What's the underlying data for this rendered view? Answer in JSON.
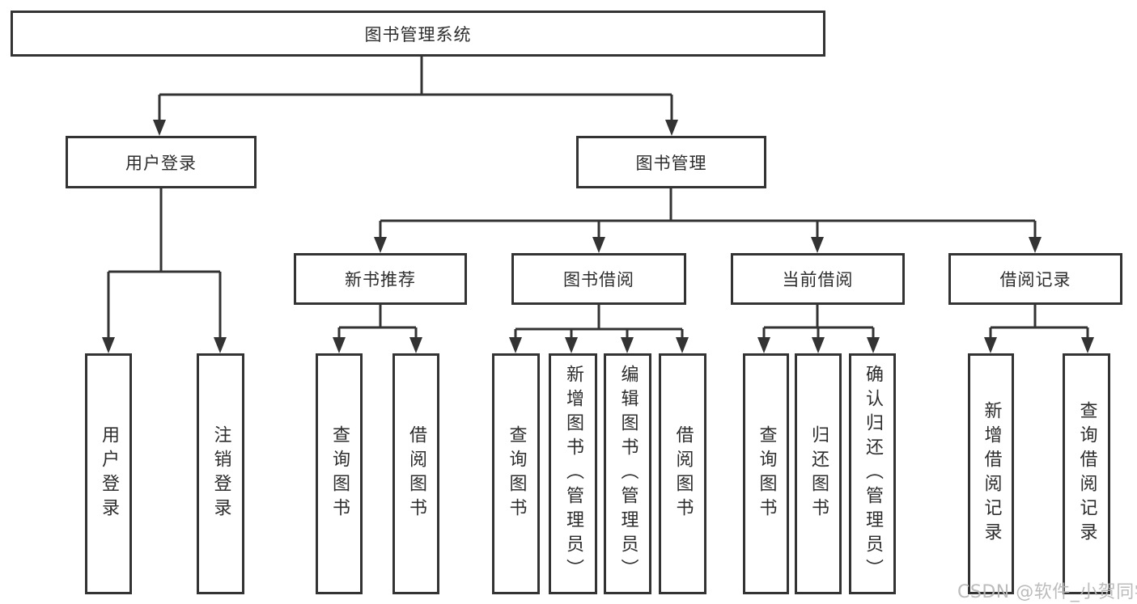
{
  "tree": {
    "root": {
      "label": "图书管理系统",
      "children": [
        {
          "label": "用户登录",
          "children": [
            {
              "label": "用户登录"
            },
            {
              "label": "注销登录"
            }
          ]
        },
        {
          "label": "图书管理",
          "children": [
            {
              "label": "新书推荐",
              "children": [
                {
                  "label": "查询图书"
                },
                {
                  "label": "借阅图书"
                }
              ]
            },
            {
              "label": "图书借阅",
              "children": [
                {
                  "label": "查询图书"
                },
                {
                  "label": "新增图书（管理员）"
                },
                {
                  "label": "编辑图书（管理员）"
                },
                {
                  "label": "借阅图书"
                }
              ]
            },
            {
              "label": "当前借阅",
              "children": [
                {
                  "label": "查询图书"
                },
                {
                  "label": "归还图书"
                },
                {
                  "label": "确认归还（管理员）"
                }
              ]
            },
            {
              "label": "借阅记录",
              "children": [
                {
                  "label": "新增借阅记录"
                },
                {
                  "label": "查询借阅记录"
                }
              ]
            }
          ]
        }
      ]
    }
  },
  "watermark": {
    "text": "CSDN @软件_小贺同学"
  },
  "colors": {
    "line": "#333333",
    "text": "#2d2d2d",
    "watermark": "#b8b8b8",
    "background": "#ffffff"
  }
}
